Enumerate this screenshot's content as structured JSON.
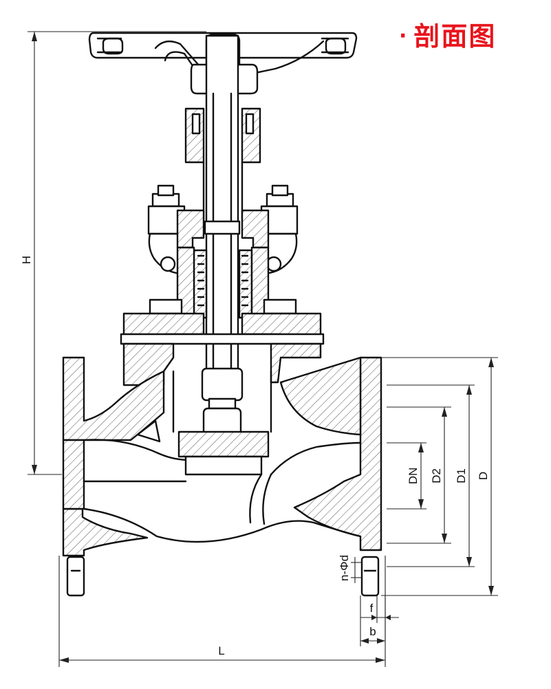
{
  "title": {
    "bullet": "·",
    "text": "剖面图"
  },
  "dimensions": {
    "H": "H",
    "L": "L",
    "DN": "DN",
    "D2": "D2",
    "D1": "D1",
    "D": "D",
    "hole": "n-Φd",
    "f": "f",
    "b": "b"
  },
  "colors": {
    "title": "#e8141c",
    "line": "#111111"
  }
}
